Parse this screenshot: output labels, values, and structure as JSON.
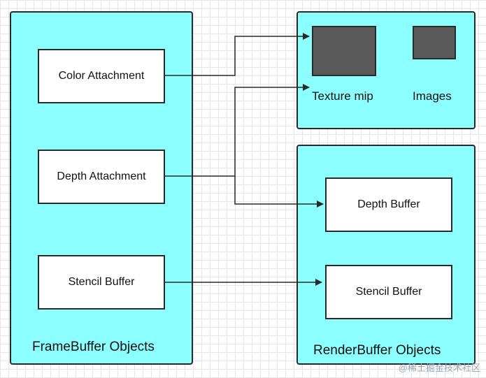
{
  "framebuffer": {
    "title": "FrameBuffer Objects",
    "attachments": [
      "Color Attachment",
      "Depth Attachment",
      "Stencil Buffer"
    ]
  },
  "texture_panel": {
    "texture_label": "Texture mip",
    "images_label": "Images"
  },
  "renderbuffer": {
    "title": "RenderBuffer Objects",
    "buffers": [
      "Depth Buffer",
      "Stencil Buffer"
    ]
  },
  "watermark": "@稀土掘金技术社区",
  "colors": {
    "panel_fill": "#8cffff",
    "border": "#2a2a2a",
    "thumbnail": "#5a5a5a"
  }
}
